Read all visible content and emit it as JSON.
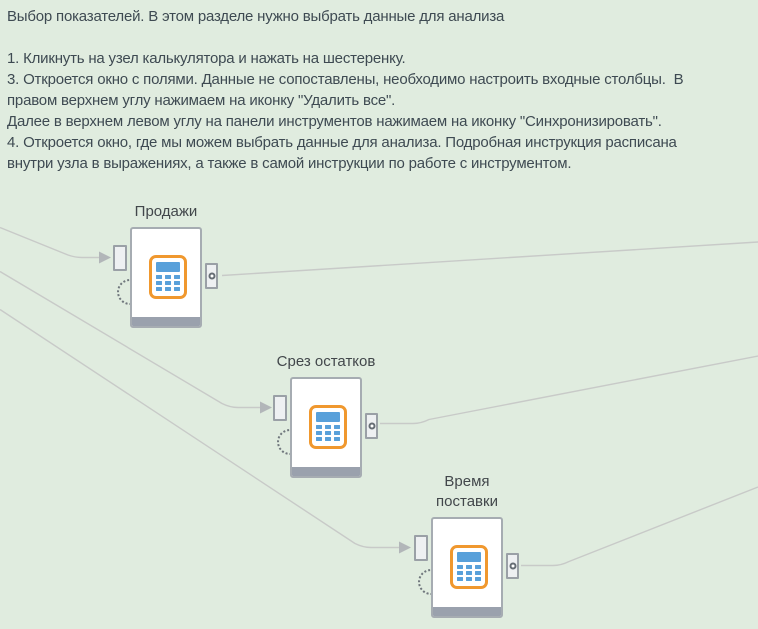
{
  "colors": {
    "canvas-bg": "#e0ecdf",
    "wire": "#c8cac8",
    "arrow": "#b2b6b9",
    "node-border": "#a6acb2",
    "node-footer": "#9aa1ad",
    "port-fill": "#eef0f2",
    "port-border": "#9aa0a6",
    "ring": "#666d74",
    "arc-dots": "#70777d",
    "calc-orange": "#f0982e",
    "calc-blue": "#58a0da",
    "text": "#3e4a52",
    "label-text": "#42474b"
  },
  "instructions": {
    "lines": [
      "Выбор показателей. В этом разделе нужно выбрать данные для анализа",
      "",
      "1. Кликнуть на узел калькулятора и нажать на шестеренку.",
      "3. Откроется окно с полями. Данные не сопоставлены, необходимо настроить входные столбцы.  В",
      "правом верхнем углу нажимаем на иконку \"Удалить все\".",
      "Далее в верхнем левом углу на панели инструментов нажимаем на иконку \"Синхронизировать\".",
      "4. Откроется окно, где мы можем выбрать данные для анализа. Подробная инструкция расписана",
      "внутри узла в выражениях, а также в самой инструкции по работе с инструментом."
    ]
  },
  "nodes": [
    {
      "id": "sales",
      "type": "calculator",
      "icon": "calculator-icon",
      "label_lines": [
        "Продажи"
      ]
    },
    {
      "id": "stock-slice",
      "type": "calculator",
      "icon": "calculator-icon",
      "label_lines": [
        "Срез остатков"
      ]
    },
    {
      "id": "delivery-time",
      "type": "calculator",
      "icon": "calculator-icon",
      "label_lines": [
        "Время",
        "поставки"
      ]
    }
  ]
}
